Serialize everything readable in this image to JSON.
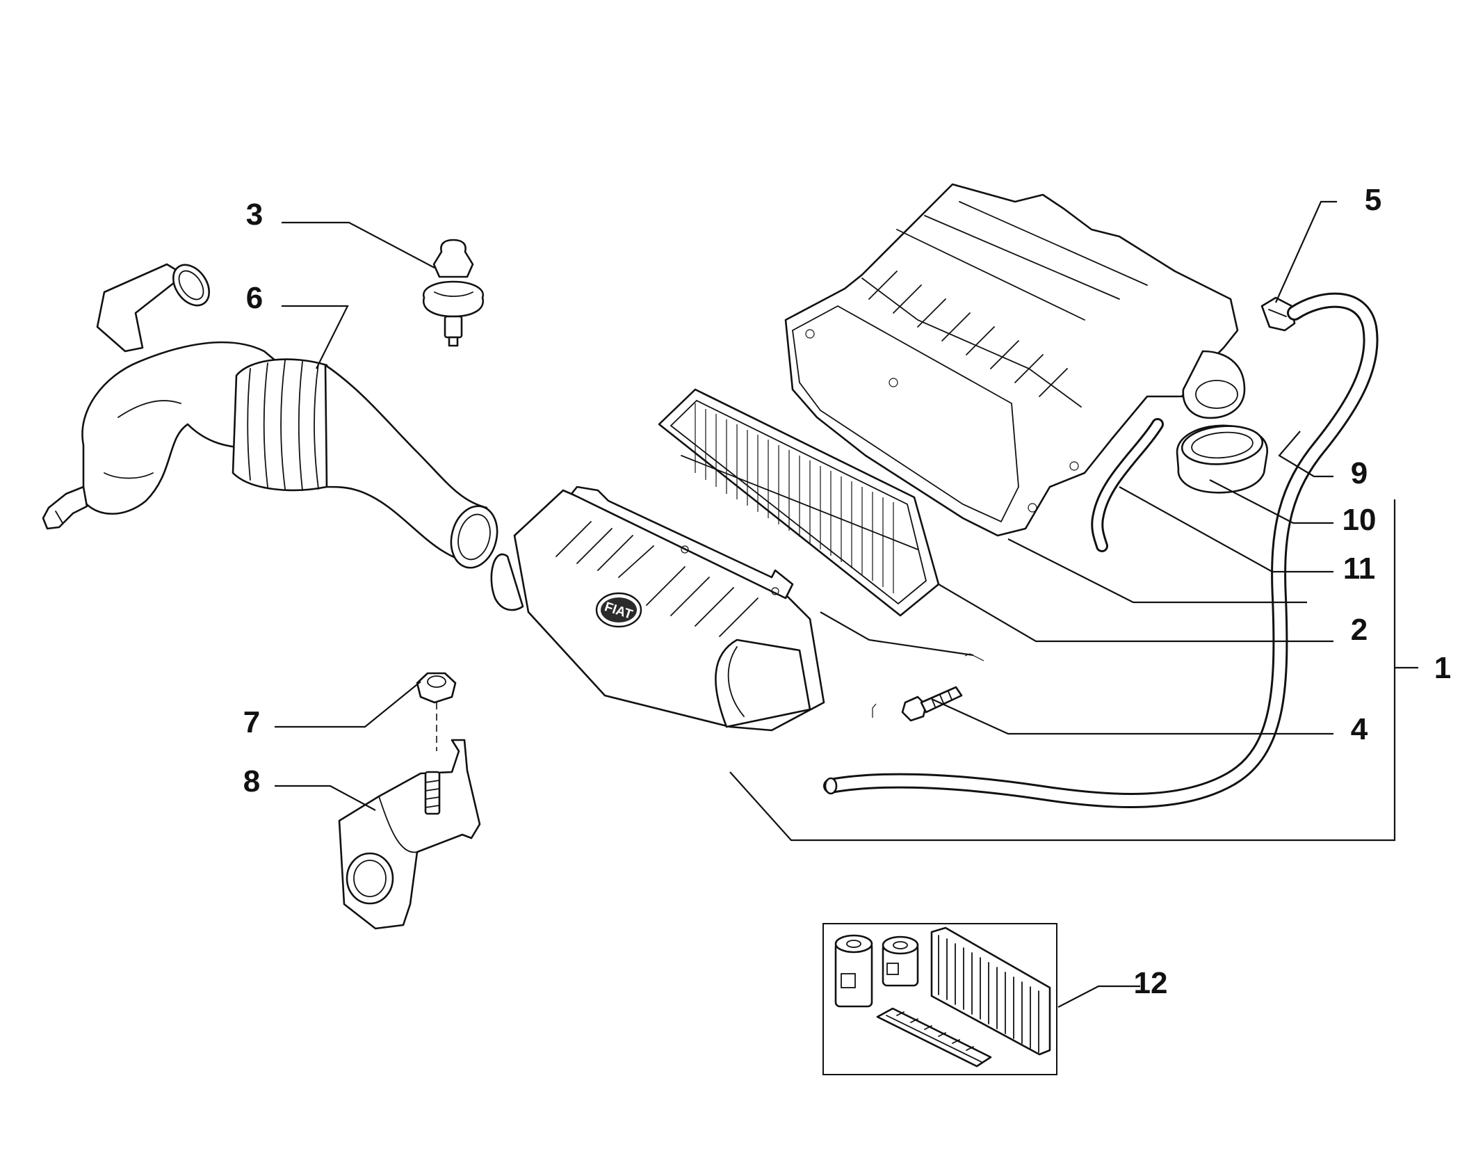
{
  "diagram": {
    "callouts": [
      "1",
      "2",
      "3",
      "4",
      "5",
      "6",
      "7",
      "8",
      "9",
      "10",
      "11",
      "12"
    ],
    "logo_text": "FIAT"
  }
}
